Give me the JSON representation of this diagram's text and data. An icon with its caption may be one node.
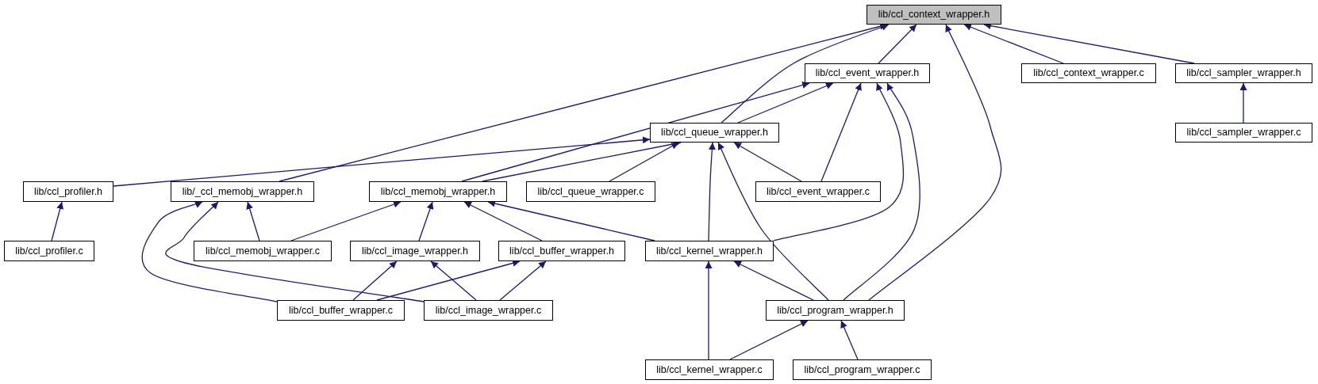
{
  "diagram": {
    "nodes": [
      {
        "text": [
          "lib/ccl_context_wrapper.h"
        ]
      },
      {
        "text": [
          "lib/ccl_event_wrapper.h"
        ]
      },
      {
        "text": [
          "lib/ccl_context_wrapper.c"
        ]
      },
      {
        "text": [
          "lib/ccl_sampler_wrapper.h"
        ]
      },
      {
        "text": [
          "lib/ccl_queue_wrapper.h"
        ]
      },
      {
        "text": [
          "lib/ccl_sampler_wrapper.c"
        ]
      },
      {
        "text": [
          "lib/ccl_profiler.h"
        ]
      },
      {
        "text": [
          "lib/_ccl_memobj_wrapper.h"
        ]
      },
      {
        "text": [
          "lib/ccl_memobj_wrapper.h"
        ]
      },
      {
        "text": [
          "lib/ccl_queue_wrapper.c"
        ]
      },
      {
        "text": [
          "lib/ccl_event_wrapper.c"
        ]
      },
      {
        "text": [
          "lib/ccl_profiler.c"
        ]
      },
      {
        "text": [
          "lib/ccl_memobj_wrapper.c"
        ]
      },
      {
        "text": [
          "lib/ccl_image_wrapper.h"
        ]
      },
      {
        "text": [
          "lib/ccl_buffer_wrapper.h"
        ]
      },
      {
        "text": [
          "lib/ccl_kernel_wrapper.h"
        ]
      },
      {
        "text": [
          "lib/ccl_buffer_wrapper.c"
        ]
      },
      {
        "text": [
          "lib/ccl_image_wrapper.c"
        ]
      },
      {
        "text": [
          "lib/ccl_program_wrapper.h"
        ]
      },
      {
        "text": [
          "lib/ccl_kernel_wrapper.c"
        ]
      },
      {
        "text": [
          "lib/ccl_program_wrapper.c"
        ]
      }
    ],
    "edges": [
      {
        "from": 1,
        "to": 0,
        "arrow": "to"
      },
      {
        "from": 2,
        "to": 0,
        "arrow": "to"
      },
      {
        "from": 3,
        "to": 0,
        "arrow": "to"
      },
      {
        "from": 4,
        "to": 0,
        "arrow": "to"
      },
      {
        "from": 7,
        "to": 0,
        "arrow": "to"
      },
      {
        "from": 18,
        "to": 0,
        "arrow": "to"
      },
      {
        "from": 5,
        "to": 3,
        "arrow": "to"
      },
      {
        "from": 4,
        "to": 1,
        "arrow": "to"
      },
      {
        "from": 8,
        "to": 1,
        "arrow": "to"
      },
      {
        "from": 10,
        "to": 1,
        "arrow": "to"
      },
      {
        "from": 15,
        "to": 1,
        "arrow": "to"
      },
      {
        "from": 18,
        "to": 1,
        "arrow": "to"
      },
      {
        "from": 6,
        "to": 4,
        "arrow": "to"
      },
      {
        "from": 8,
        "to": 4,
        "arrow": "to"
      },
      {
        "from": 9,
        "to": 4,
        "arrow": "to"
      },
      {
        "from": 10,
        "to": 4,
        "arrow": "to"
      },
      {
        "from": 15,
        "to": 4,
        "arrow": "to"
      },
      {
        "from": 18,
        "to": 4,
        "arrow": "to"
      },
      {
        "from": 11,
        "to": 6,
        "arrow": "to"
      },
      {
        "from": 12,
        "to": 7,
        "arrow": "to"
      },
      {
        "from": 16,
        "to": 7,
        "arrow": "to"
      },
      {
        "from": 17,
        "to": 7,
        "arrow": "to"
      },
      {
        "from": 12,
        "to": 8,
        "arrow": "to"
      },
      {
        "from": 13,
        "to": 8,
        "arrow": "to"
      },
      {
        "from": 14,
        "to": 8,
        "arrow": "to"
      },
      {
        "from": 15,
        "to": 8,
        "arrow": "to"
      },
      {
        "from": 16,
        "to": 13,
        "arrow": "to"
      },
      {
        "from": 17,
        "to": 13,
        "arrow": "to"
      },
      {
        "from": 16,
        "to": 14,
        "arrow": "to"
      },
      {
        "from": 17,
        "to": 14,
        "arrow": "to"
      },
      {
        "from": 18,
        "to": 15,
        "arrow": "to"
      },
      {
        "from": 19,
        "to": 15,
        "arrow": "to"
      },
      {
        "from": 19,
        "to": 18,
        "arrow": "to"
      },
      {
        "from": 20,
        "to": 18,
        "arrow": "to"
      }
    ]
  }
}
